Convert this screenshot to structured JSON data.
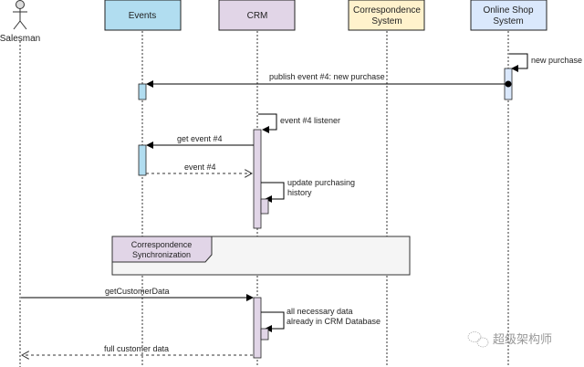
{
  "colors": {
    "events": "#b1ddf0",
    "crm": "#e1d5e7",
    "correspondence": "#fff2cc",
    "shop": "#dae8fc",
    "fragment_bg": "#f5f5f5",
    "fragment_label": "#e1d5e7"
  },
  "participants": [
    {
      "id": "salesman",
      "label": "Salesman",
      "kind": "actor"
    },
    {
      "id": "events",
      "label": "Events",
      "kind": "box"
    },
    {
      "id": "crm",
      "label": "CRM",
      "kind": "box"
    },
    {
      "id": "correspondence",
      "label_lines": [
        "Correspondence",
        "System"
      ],
      "kind": "box"
    },
    {
      "id": "shop",
      "label_lines": [
        "Online Shop",
        "System"
      ],
      "kind": "box"
    }
  ],
  "messages": [
    {
      "from": "shop",
      "to": "shop",
      "label": "new purchase",
      "type": "self"
    },
    {
      "from": "shop",
      "to": "events",
      "label": "publish event #4: new purchase",
      "type": "sync"
    },
    {
      "from": "crm",
      "to": "crm",
      "label": "event #4 listener",
      "type": "self"
    },
    {
      "from": "crm",
      "to": "events",
      "label": "get event #4",
      "type": "sync"
    },
    {
      "from": "events",
      "to": "crm",
      "label": "event #4",
      "type": "return"
    },
    {
      "from": "crm",
      "to": "crm",
      "label_lines": [
        "update purchasing",
        "history"
      ],
      "type": "self"
    },
    {
      "from": "salesman",
      "to": "crm",
      "label": "getCustomerData",
      "type": "sync"
    },
    {
      "from": "crm",
      "to": "crm",
      "label_lines": [
        "all necessary data",
        "already in CRM Database"
      ],
      "type": "self"
    },
    {
      "from": "crm",
      "to": "salesman",
      "label": "full customer data",
      "type": "return"
    }
  ],
  "fragment": {
    "label_lines": [
      "Correspondence",
      "Synchronization"
    ]
  },
  "watermark": {
    "text": "超级架构师",
    "icon": "wechat-icon"
  }
}
